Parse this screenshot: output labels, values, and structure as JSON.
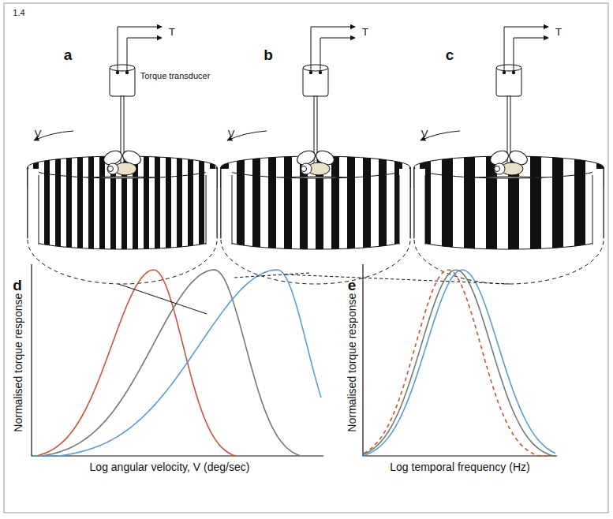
{
  "diagram": {
    "labels": [
      "1.4",
      "a",
      "T",
      "Torque transducer",
      "V",
      "b",
      "T",
      "V",
      "c",
      "T",
      "V",
      "d",
      "Normalised torque response",
      "Log angular velocity, V (deg/sec)",
      "e",
      "Normalised torque response",
      "Log temporal frequency (Hz)"
    ]
  }
}
